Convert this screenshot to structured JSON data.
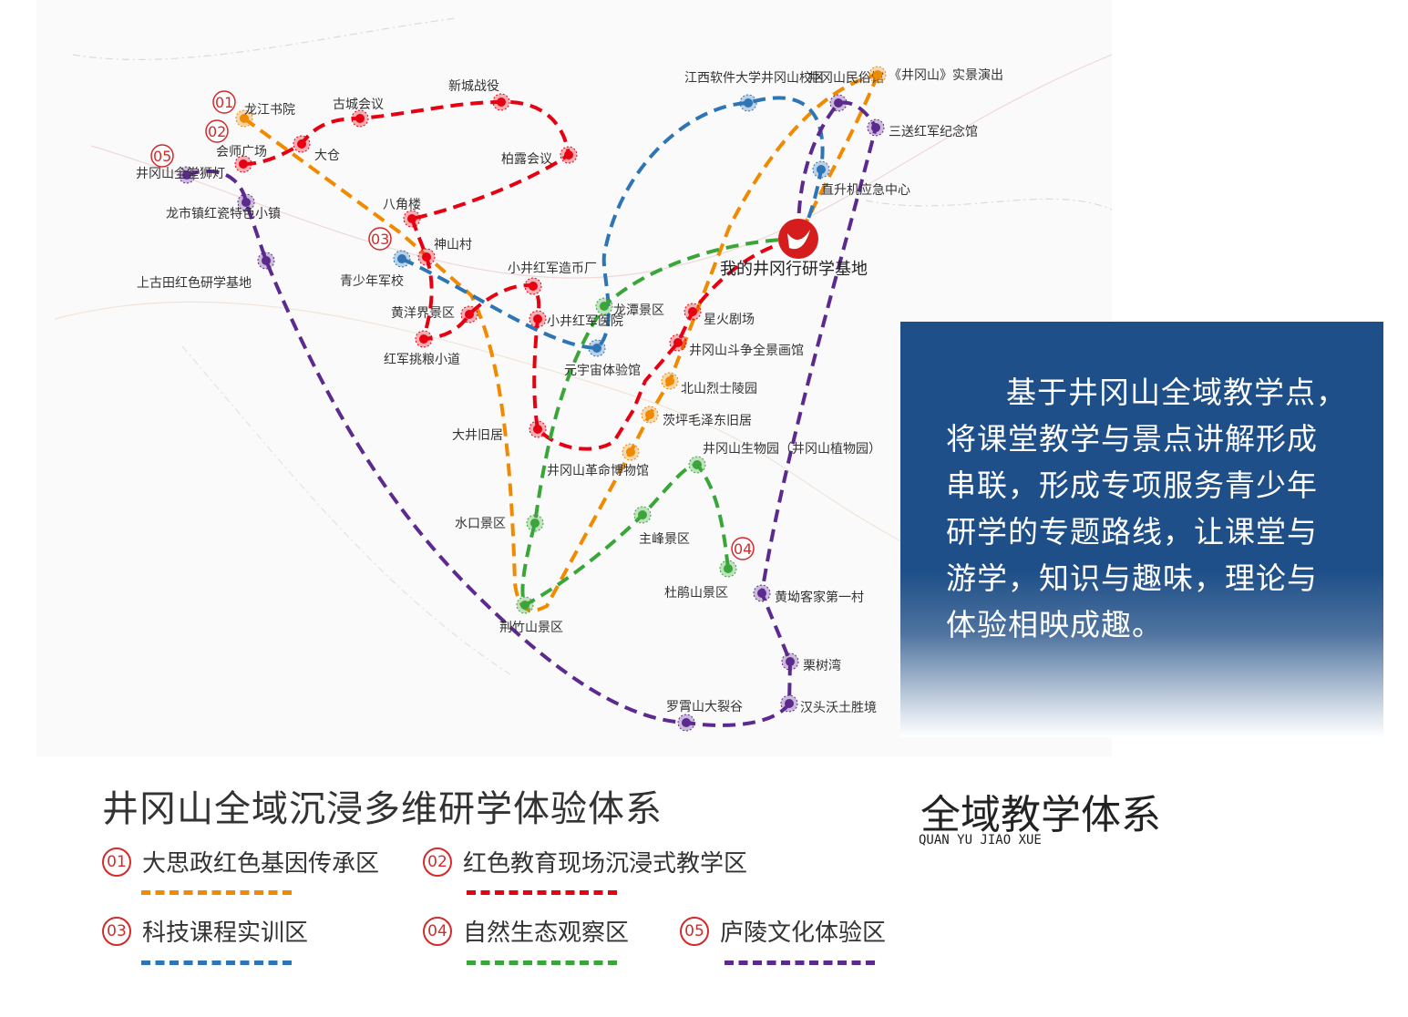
{
  "colors": {
    "r01": "#f08a00",
    "r02": "#e60012",
    "r03": "#2e75b6",
    "r04": "#3aa63a",
    "r05": "#5c2a8e",
    "panel": "#1e4f88"
  },
  "map": {
    "base": "我的井冈行研学基地",
    "zone_numbers": [
      "01",
      "02",
      "03",
      "04",
      "05"
    ],
    "stops": {
      "longjiang": "龙江书院",
      "huishi": "会师广场",
      "dacang": "大仓",
      "gucheng": "古城会议",
      "xincheng": "新城战役",
      "bailu": "柏露会议",
      "bajiaolou": "八角楼",
      "shenshan": "神山村",
      "qingshaonian": "青少年军校",
      "huangyangjie": "黄洋界景区",
      "tiaoliang": "红军挑粮小道",
      "zaobi": "小井红军造币厂",
      "yiyuan": "小井红军医院",
      "yuanyuzhou": "元宇宙体验馆",
      "longtan": "龙潭景区",
      "dajing": "大井旧居",
      "bowuguan": "井冈山革命博物馆",
      "shuikou": "水口景区",
      "jingzhu": "荆竹山景区",
      "zhufeng": "主峰景区",
      "shengwu": "井冈山生物园（井冈山植物园）",
      "dujuan": "杜鹃山景区",
      "xinghuo": "星火剧场",
      "quanjing": "井冈山斗争全景画馆",
      "beishan": "北山烈士陵园",
      "maojiu": "茨坪毛泽东旧居",
      "ruanjian": "江西软件大学井冈山校区",
      "minsu": "井冈山民俗馆",
      "shijing": "《井冈山》实景演出",
      "sansong": "三送红军纪念馆",
      "zhishengji": "直升机应急中心",
      "shitang": "井冈山全堂狮灯",
      "longshi": "龙市镇红瓷特色小镇",
      "shangguti": "上古田红色研学基地",
      "huangao": "黄坳客家第一村",
      "lishuwan": "栗树湾",
      "hantou": "汉头沃土胜境",
      "luoxiao": "罗霄山大裂谷"
    }
  },
  "panel": {
    "text": "基于井冈山全域教学点，将课堂教学与景点讲解形成串联，形成专项服务青少年研学的专题路线，让课堂与游学，知识与趣味，理论与体验相映成趣。"
  },
  "legend": {
    "title": "井冈山全域沉浸多维研学体验体系",
    "items": [
      {
        "num": "01",
        "label": "大思政红色基因传承区"
      },
      {
        "num": "02",
        "label": "红色教育现场沉浸式教学区"
      },
      {
        "num": "03",
        "label": "科技课程实训区"
      },
      {
        "num": "04",
        "label": "自然生态观察区"
      },
      {
        "num": "05",
        "label": "庐陵文化体验区"
      }
    ]
  },
  "section": {
    "title": "全域教学体系",
    "subtitle": "QUAN YU JIAO XUE"
  }
}
